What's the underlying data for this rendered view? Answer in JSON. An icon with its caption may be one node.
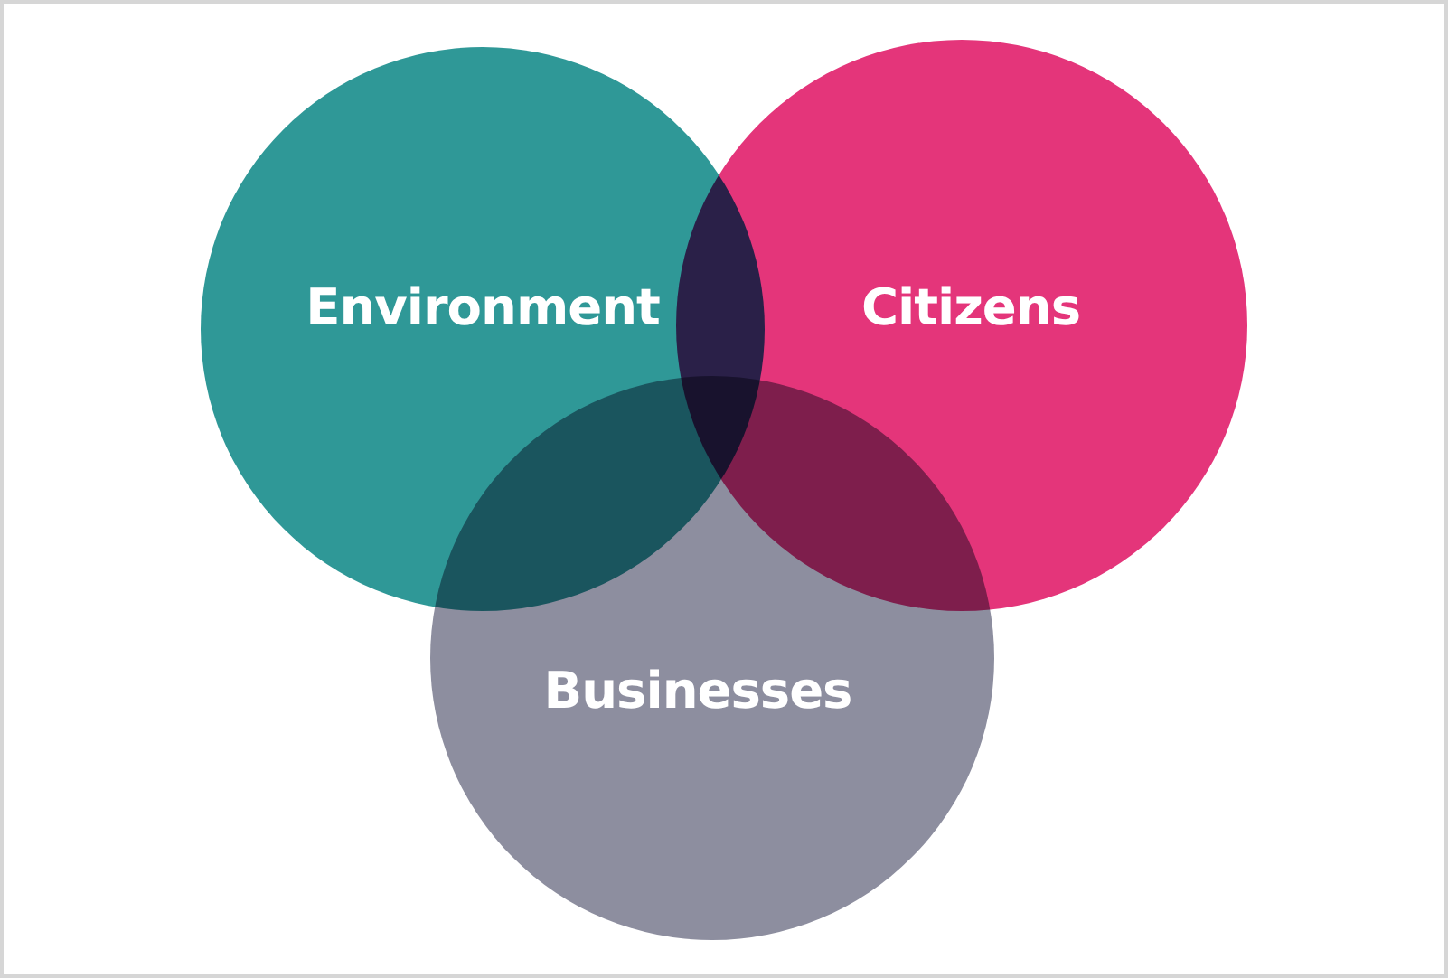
{
  "diagram": {
    "nodes": [
      {
        "text": [
          "Environment"
        ]
      },
      {
        "text": [
          "Citizens"
        ]
      },
      {
        "text": [
          "Businesses"
        ]
      }
    ]
  }
}
